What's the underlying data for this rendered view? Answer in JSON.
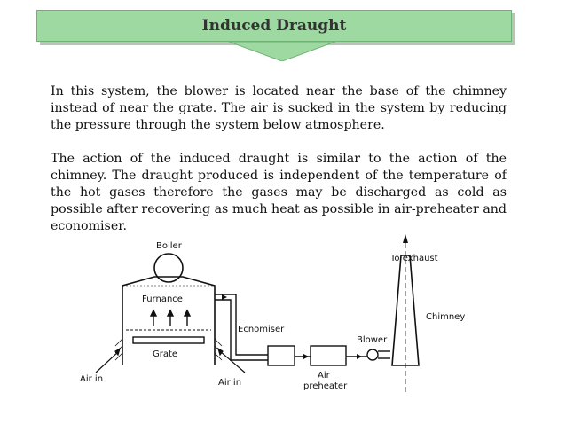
{
  "slide": {
    "title": "Induced Draught",
    "paragraph_1": "In this system, the blower is located near the base of the chimney instead of near the grate. The air is sucked in the system by reducing the pressure through the system below atmosphere.",
    "paragraph_2": "The action of the induced draught is similar to the action of the chimney. The draught produced is independent of the temperature of the hot gases therefore the gases may be discharged as cold as possible after recovering as much heat as possible in air-preheater and economiser."
  },
  "diagram": {
    "labels": {
      "boiler": "Boiler",
      "furnace": "Furnance",
      "grate": "Grate",
      "air_in_left": "Air in",
      "air_in_mid": "Air in",
      "economiser": "Ecnomiser",
      "air_preheater_1": "Air",
      "air_preheater_2": "preheater",
      "blower": "Blower",
      "to_exhaust": "To exhaust",
      "chimney": "Chimney"
    }
  },
  "colors": {
    "banner_fill": "#9ed9a1",
    "banner_border": "#6fb374"
  }
}
